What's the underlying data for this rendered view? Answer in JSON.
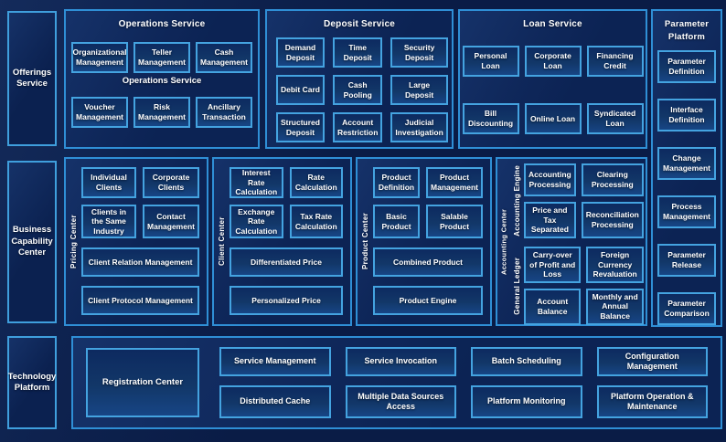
{
  "rail": {
    "offerings": "Offerings Service",
    "business": "Business Capability Center",
    "technology": "Technology Platform"
  },
  "operations": {
    "title": "Operations Service",
    "subtitle": "Operations Service",
    "row1": [
      "Organizational Management",
      "Teller Management",
      "Cash Management"
    ],
    "row2": [
      "Voucher Management",
      "Risk Management",
      "Ancillary Transaction"
    ]
  },
  "deposit": {
    "title": "Deposit Service",
    "boxes": [
      "Demand Deposit",
      "Time Deposit",
      "Security Deposit",
      "Debit Card",
      "Cash Pooling",
      "Large Deposit",
      "Structured Deposit",
      "Account Restriction",
      "Judicial Investigation"
    ]
  },
  "loan": {
    "title": "Loan Service",
    "row1": [
      "Personal Loan",
      "Corporate Loan",
      "Financing Credit"
    ],
    "row2": [
      "Bill Discounting",
      "Online Loan",
      "Syndicated Loan"
    ]
  },
  "parameter": {
    "title": "Parameter Platform",
    "boxes": [
      "Parameter Definition",
      "Interface Definition",
      "Change Management",
      "Process Management",
      "Parameter Release",
      "Parameter Comparison"
    ]
  },
  "pricing": {
    "label": "Pricing Center",
    "small": [
      "Individual Clients",
      "Corporate Clients",
      "Clients in the Same Industry",
      "Contact Management"
    ],
    "wide": [
      "Client Relation Management",
      "Client Protocol Management"
    ]
  },
  "client": {
    "label": "Client Center",
    "small": [
      "Interest Rate Calculation",
      "Rate Calculation",
      "Exchange Rate Calculation",
      "Tax Rate Calculation"
    ],
    "wide": [
      "Differentiated Price",
      "Personalized Price"
    ]
  },
  "product": {
    "label": "Product Center",
    "small": [
      "Product Definition",
      "Product Management",
      "Basic Product",
      "Salable Product"
    ],
    "wide": [
      "Combined Product",
      "Product Engine"
    ]
  },
  "accounting": {
    "label": "Accounting Center",
    "engine": {
      "label": "Accounting Engine",
      "boxes": [
        "Accounting Processing",
        "Clearing Processing",
        "Price and Tax Separated",
        "Reconciliation Processing"
      ]
    },
    "ledger": {
      "label": "General Ledger",
      "boxes": [
        "Carry-over of Profit and Loss",
        "Foreign Currency Revaluation",
        "Account Balance",
        "Monthly and Annual Balance"
      ]
    }
  },
  "tech": {
    "registration": "Registration Center",
    "row1": [
      "Service Management",
      "Service Invocation",
      "Batch Scheduling",
      "Configuration Management"
    ],
    "row2": [
      "Distributed Cache",
      "Multiple Data Sources Access",
      "Platform Monitoring",
      "Platform Operation & Maintenance"
    ]
  },
  "colors": {
    "background": "#0a1c46",
    "panel_fill": "#0c2354",
    "panel_border": "#2f8fd6",
    "box_border": "#44a3e0",
    "box_fill_top": "#0d2a60",
    "box_fill_bottom": "#174585",
    "text": "#ffffff"
  }
}
